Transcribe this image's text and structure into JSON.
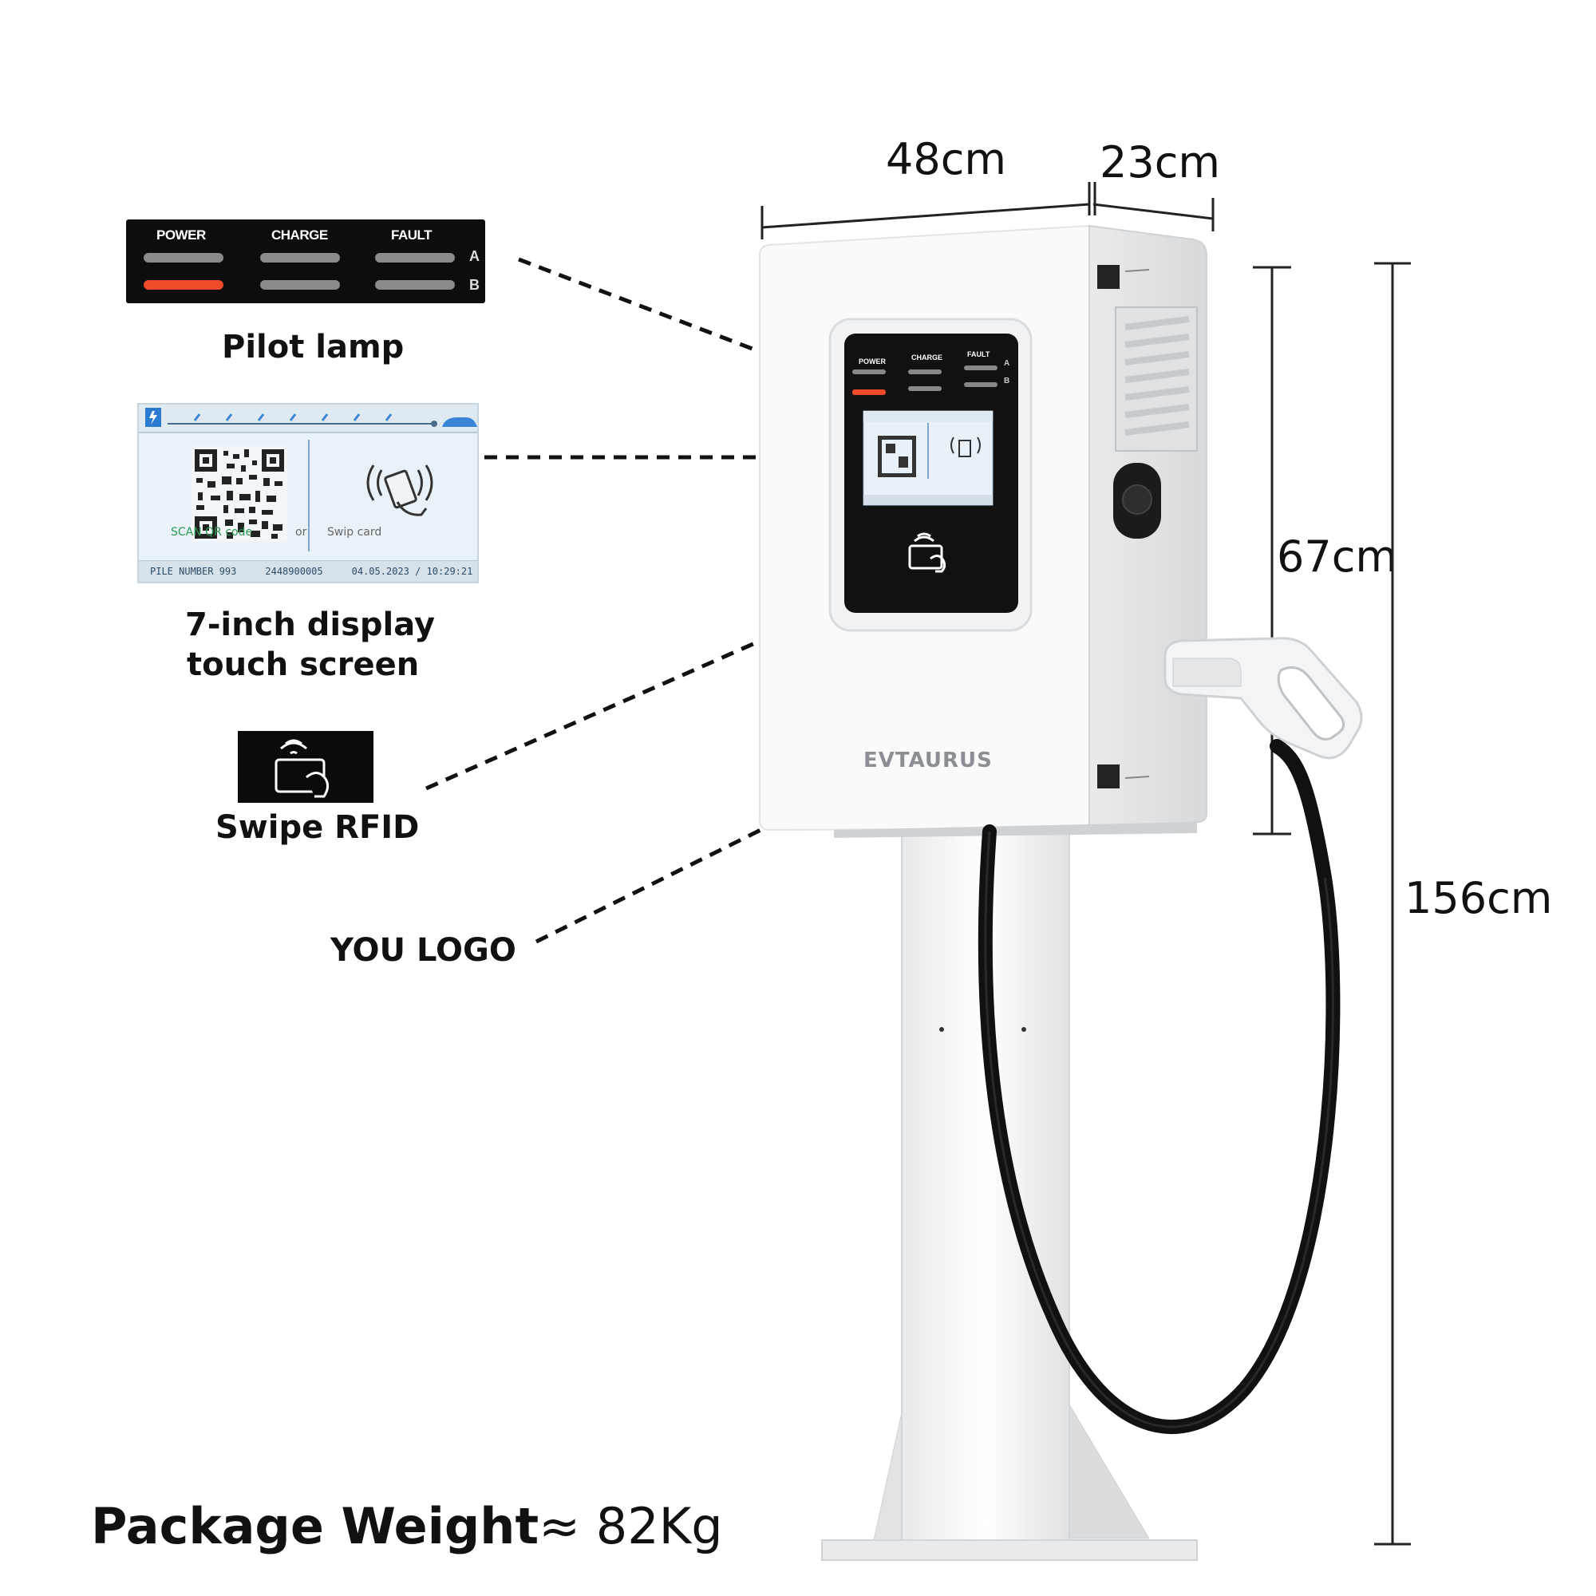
{
  "dimensions": {
    "width": "48cm",
    "depth": "23cm",
    "cabinet_height": "67cm",
    "total_height": "156cm"
  },
  "features": {
    "pilot_lamp": {
      "label": "Pilot lamp",
      "headers": [
        "POWER",
        "CHARGE",
        "FAULT"
      ],
      "rows": [
        "A",
        "B"
      ],
      "active_color": "#ef4a2a",
      "inactive_color": "#8a8a8a"
    },
    "display": {
      "label_line1": "7-inch display",
      "label_line2": "touch screen",
      "scan_text": "SCAN QR code",
      "or_text": "or",
      "swipe_text": "Swip card",
      "footer": [
        "PILE NUMBER 993",
        "2448900005",
        "04.05.2023 / 10:29:21"
      ]
    },
    "rfid": {
      "label": "Swipe RFID",
      "icon": "rfid-card-icon"
    },
    "logo": {
      "label": "YOU LOGO"
    }
  },
  "product": {
    "brand": "EVTAURUS"
  },
  "package": {
    "label": "Package Weight",
    "value": "≈ 82Kg"
  },
  "colors": {
    "accent_red": "#ef4a2a",
    "cable": "#111111",
    "housing": "#f4f5f6",
    "screen_bezel": "#111111"
  }
}
